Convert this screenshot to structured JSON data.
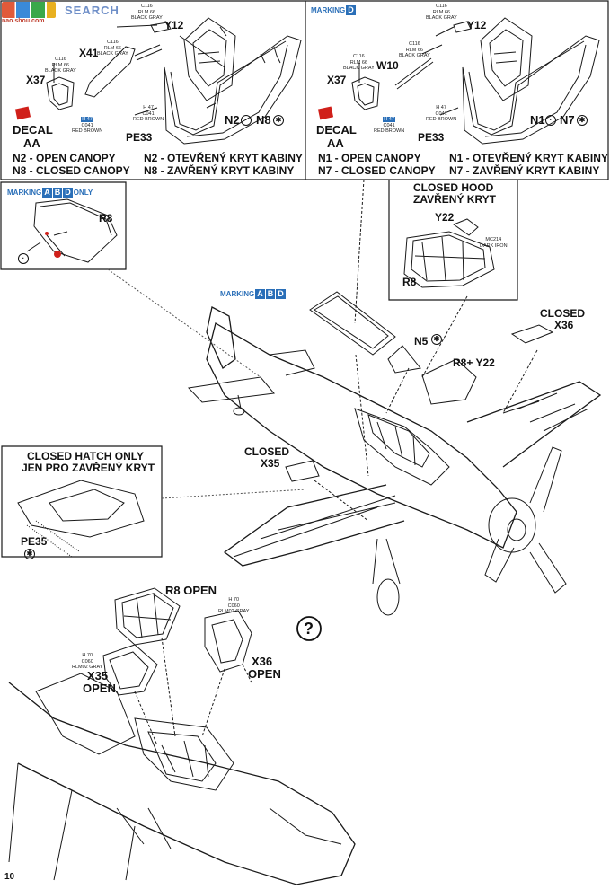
{
  "watermark": {
    "logo_text": "SEARCH",
    "url_text": "nao.shou.com"
  },
  "top_left_panel": {
    "parts": {
      "y12": "Y12",
      "x41": "X41",
      "x37": "X37",
      "pe33": "PE33"
    },
    "paint_calls": [
      {
        "code": "C116",
        "name": "RLM 66",
        "desc": "BLACK GRAY"
      },
      {
        "code": "C116",
        "name": "RLM 66",
        "desc": "BLACK GRAY"
      },
      {
        "code": "C116",
        "name": "RLM 66",
        "desc": "BLACK GRAY"
      },
      {
        "code": "H 47",
        "name": "C041",
        "desc": "RED BROWN"
      }
    ],
    "decal": "DECAL",
    "decal_id": "AA",
    "versions": "N2",
    "versions_b": "N8",
    "notes": [
      "N2 - OPEN CANOPY",
      "N8 - CLOSED CANOPY"
    ],
    "notes_cz": [
      "N2 - OTEVŘENÝ KRYT KABINY",
      "N8 - ZAVŘENÝ KRYT KABINY"
    ]
  },
  "top_right_panel": {
    "marking_label": "MARKING",
    "marking_letter": "D",
    "parts": {
      "y12": "Y12",
      "w10": "W10",
      "x37": "X37",
      "pe33": "PE33"
    },
    "paint_calls": [
      {
        "code": "C116",
        "name": "RLM 66",
        "desc": "BLACK GRAY"
      },
      {
        "code": "C116",
        "name": "RLM 66",
        "desc": "BLACK GRAY"
      },
      {
        "code": "C116",
        "name": "RLM 66",
        "desc": "BLACK GRAY"
      },
      {
        "code": "H 47",
        "name": "C041",
        "desc": "RED BROWN"
      }
    ],
    "decal": "DECAL",
    "decal_id": "AA",
    "versions": "N1",
    "versions_b": "N7",
    "notes": [
      "N1 - OPEN CANOPY",
      "N7 - CLOSED CANOPY"
    ],
    "notes_cz": [
      "N1 - OTEVŘENÝ KRYT KABINY",
      "N7 - ZAVŘENÝ KRYT KABINY"
    ]
  },
  "marking_abd_only": {
    "label": "MARKING",
    "letters": [
      "A",
      "B",
      "D"
    ],
    "suffix": "ONLY",
    "part": "R8"
  },
  "closed_hood": {
    "title": "CLOSED HOOD",
    "title_cz": "ZAVŘENÝ KRYT",
    "y22": "Y22",
    "r8": "R8",
    "paint": {
      "code": "MC214",
      "desc": "DARK IRON"
    }
  },
  "main_view": {
    "marking_label": "MARKING",
    "marking_letters": [
      "A",
      "B",
      "D"
    ],
    "closed_x36_a": "CLOSED",
    "closed_x36_b": "X36",
    "n5": "N5",
    "r8_y22": "R8+ Y22",
    "closed_x35_a": "CLOSED",
    "closed_x35_b": "X35"
  },
  "closed_hatch": {
    "title": "CLOSED HATCH ONLY",
    "title_cz": "JEN PRO ZAVŘENÝ KRYT",
    "part": "PE35"
  },
  "bottom_view": {
    "r8_open": "R8  OPEN",
    "x36_open_a": "X36",
    "x36_open_b": "OPEN",
    "x35_open_a": "X35",
    "x35_open_b": "OPEN",
    "question": "?",
    "paint_calls": [
      {
        "code": "H 70",
        "name": "C060",
        "desc": "RLM02 GRAY"
      },
      {
        "code": "H 70",
        "name": "C060",
        "desc": "RLM02 GRAY"
      }
    ]
  },
  "page_number": "10",
  "colors": {
    "accent_blue": "#2a6fb8",
    "red_decal": "#d0201a",
    "line": "#1a1a1a"
  }
}
